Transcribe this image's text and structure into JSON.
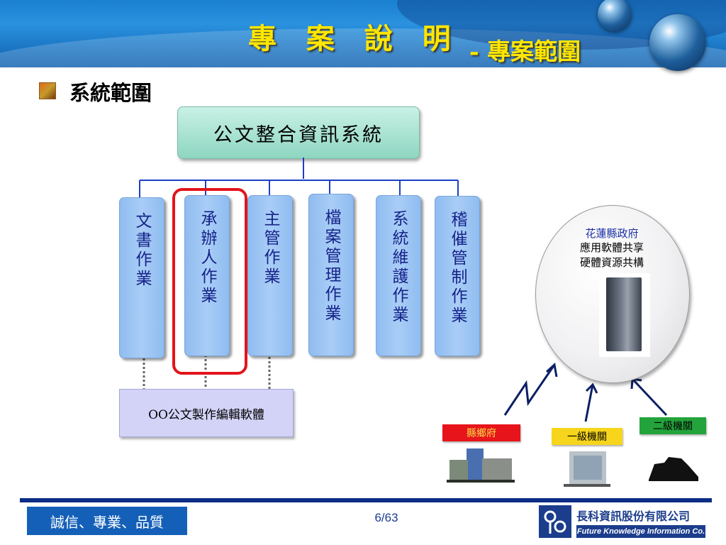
{
  "header": {
    "title": "專 案 說 明",
    "subtitle": "- 專案範圍"
  },
  "section": {
    "title": "系統範圍"
  },
  "diagram": {
    "root": "公文整合資訊系統",
    "columns": [
      {
        "label": "文書作業"
      },
      {
        "label": "承辦人作業",
        "highlighted": true
      },
      {
        "label": "主管作業"
      },
      {
        "label": "檔案管理作業"
      },
      {
        "label": "系統維護作業"
      },
      {
        "label": "稽催管制作業"
      }
    ],
    "editor": "OO公文製作編輯軟體",
    "government": {
      "name": "花蓮縣政府",
      "line2": "應用軟體共享",
      "line3": "硬體資源共構"
    },
    "tags": [
      {
        "label": "縣鄉府",
        "color": "#e8141b",
        "text_color": "#f5e04a"
      },
      {
        "label": "一級機關",
        "color": "#f7d51c",
        "text_color": "#000000"
      },
      {
        "label": "二級機關",
        "color": "#23a33b",
        "text_color": "#000000"
      }
    ]
  },
  "footer": {
    "motto": "誠信、專業、品質",
    "page": "6/63",
    "company_cn": "長科資訊股份有限公司",
    "company_en": "Future Knowledge Information Co."
  }
}
